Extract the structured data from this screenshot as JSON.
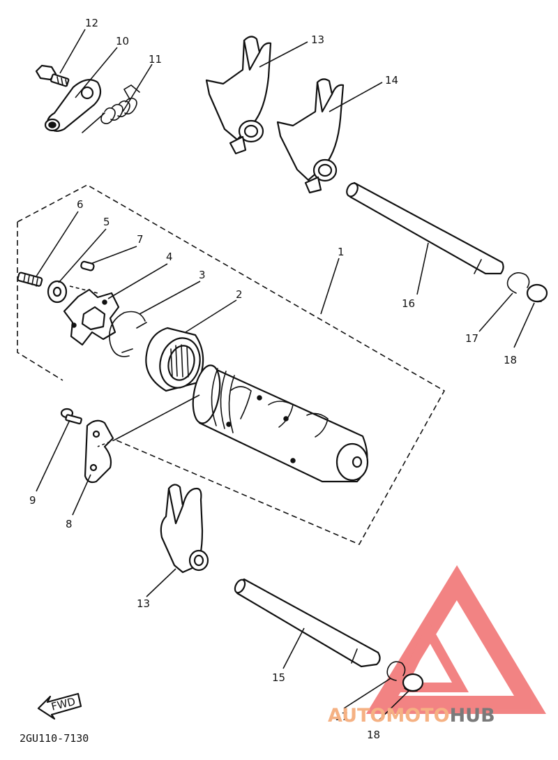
{
  "diagram_code": "2GU110-7130",
  "fwd_label": "FWD",
  "watermark": {
    "part1": "AUTOMOTO",
    "part2": "HUB",
    "color1": "#f5b183",
    "color2": "#7a7a7a",
    "logo_color": "#f06e6e"
  },
  "callouts": [
    {
      "id": "c12",
      "label": "12"
    },
    {
      "id": "c10",
      "label": "10"
    },
    {
      "id": "c11",
      "label": "11"
    },
    {
      "id": "c13a",
      "label": "13"
    },
    {
      "id": "c14",
      "label": "14"
    },
    {
      "id": "c1",
      "label": "1"
    },
    {
      "id": "c6",
      "label": "6"
    },
    {
      "id": "c5",
      "label": "5"
    },
    {
      "id": "c7",
      "label": "7"
    },
    {
      "id": "c4",
      "label": "4"
    },
    {
      "id": "c3",
      "label": "3"
    },
    {
      "id": "c2",
      "label": "2"
    },
    {
      "id": "c16",
      "label": "16"
    },
    {
      "id": "c17a",
      "label": "17"
    },
    {
      "id": "c18a",
      "label": "18"
    },
    {
      "id": "c9",
      "label": "9"
    },
    {
      "id": "c8",
      "label": "8"
    },
    {
      "id": "c13b",
      "label": "13"
    },
    {
      "id": "c15",
      "label": "15"
    },
    {
      "id": "c17b",
      "label": "17"
    },
    {
      "id": "c18b",
      "label": "18"
    }
  ]
}
